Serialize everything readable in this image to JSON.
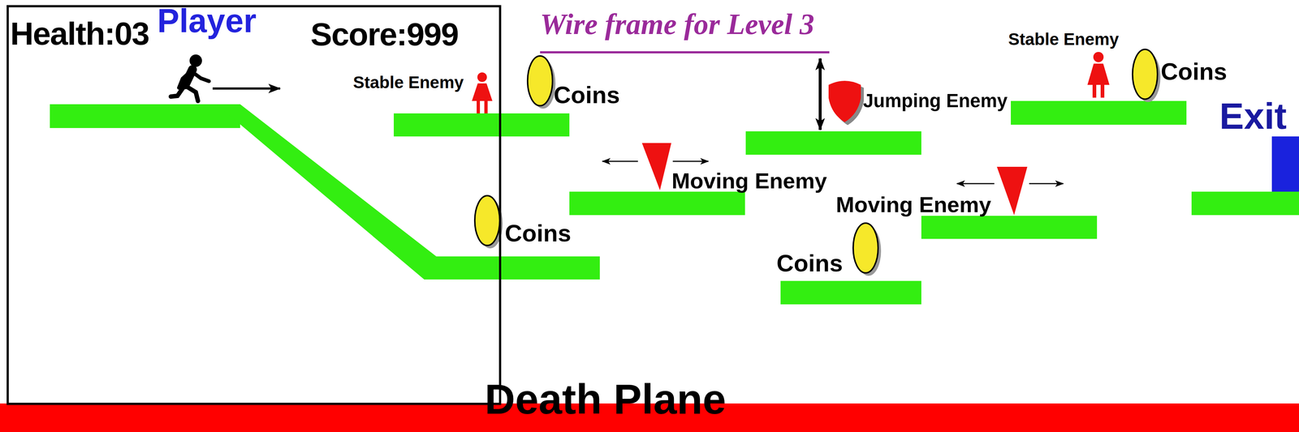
{
  "diagram": {
    "title": "Wire frame for Level 3",
    "nodes": [
      {
        "text": [
          "Health:03",
          "Player",
          "Score:999"
        ]
      }
    ],
    "labels": [
      "Stable Enemy",
      "Coins",
      "Coins",
      "Moving Enemy",
      "Jumping Enemy",
      "Stable Enemy",
      "Coins",
      "Moving Enemy",
      "Coins",
      "Exit",
      "Death Plane"
    ]
  }
}
